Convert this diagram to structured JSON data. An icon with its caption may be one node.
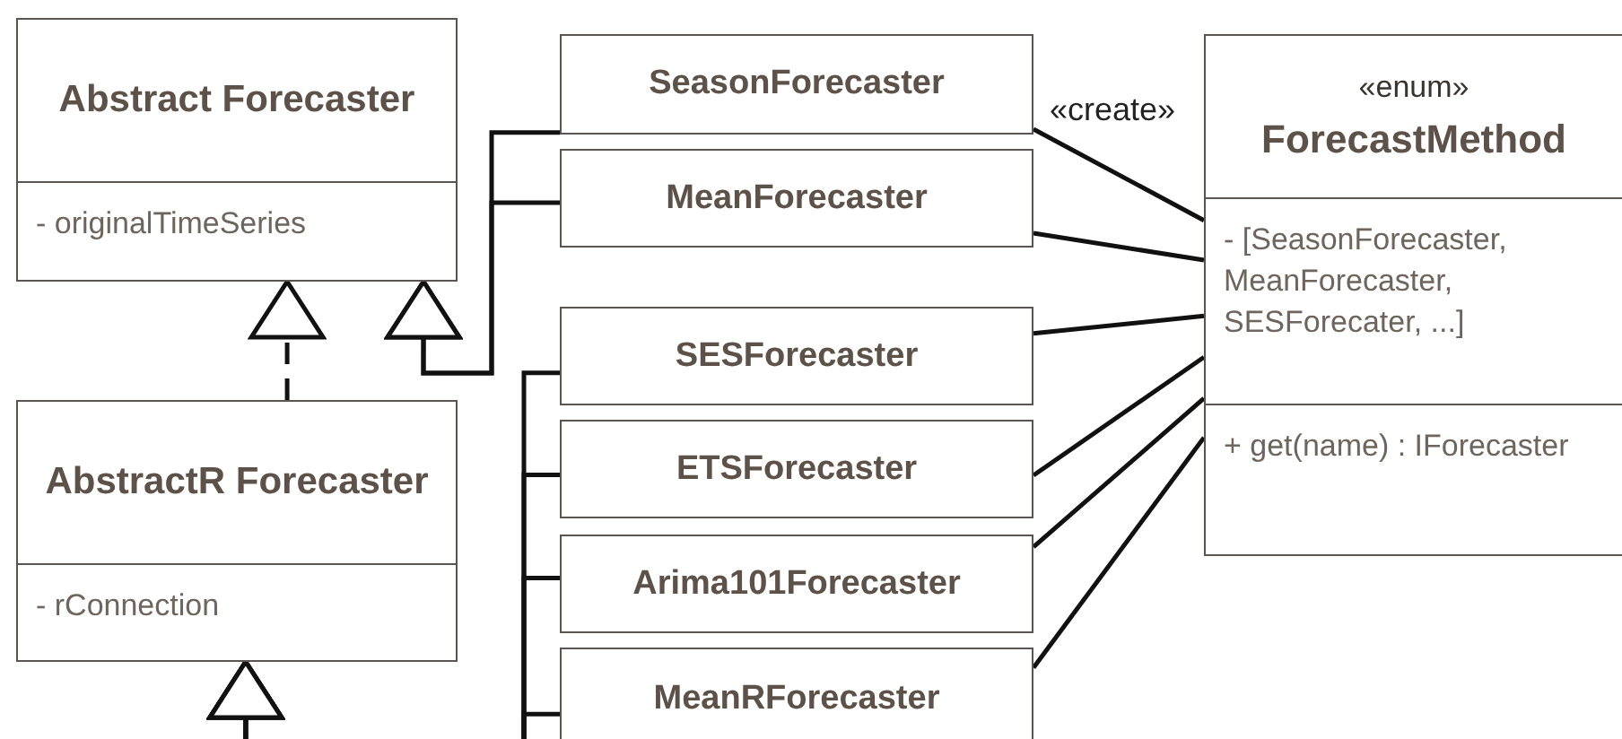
{
  "diagram": {
    "nodes": [
      {
        "text": [
          "Abstract Forecaster",
          "- originalTimeSeries"
        ]
      },
      {
        "text": [
          "AbstractR Forecaster",
          "- rConnection"
        ]
      },
      {
        "text": [
          "SeasonForecaster"
        ]
      },
      {
        "text": [
          "MeanForecaster"
        ]
      },
      {
        "text": [
          "SESForecaster"
        ]
      },
      {
        "text": [
          "ETSForecaster"
        ]
      },
      {
        "text": [
          "Arima101Forecaster"
        ]
      },
      {
        "text": [
          "MeanRForecaster"
        ]
      },
      {
        "text": [
          "«enum»",
          "ForecastMethod",
          "- [SeasonForecaster, MeanForecaster, SESForecater, ...]",
          "+ get(name) : IForecaster"
        ]
      }
    ],
    "edges": [
      {
        "from": 1,
        "to": 0,
        "arrow": "to",
        "style": "dashed"
      },
      {
        "from": 2,
        "to": 0,
        "arrow": "to"
      },
      {
        "from": 3,
        "to": 0,
        "arrow": "to"
      },
      {
        "from": 4,
        "to": 1,
        "arrow": "to"
      },
      {
        "from": 5,
        "to": 1,
        "arrow": "to"
      },
      {
        "from": 6,
        "to": 1,
        "arrow": "to"
      },
      {
        "from": 7,
        "to": 1,
        "arrow": "to"
      },
      {
        "from": 8,
        "to": 2,
        "arrow": "none",
        "label": "«create»"
      },
      {
        "from": 8,
        "to": 3,
        "arrow": "none"
      },
      {
        "from": 8,
        "to": 4,
        "arrow": "none"
      },
      {
        "from": 8,
        "to": 5,
        "arrow": "none"
      },
      {
        "from": 8,
        "to": 6,
        "arrow": "none"
      },
      {
        "from": 8,
        "to": 7,
        "arrow": "none"
      }
    ]
  }
}
